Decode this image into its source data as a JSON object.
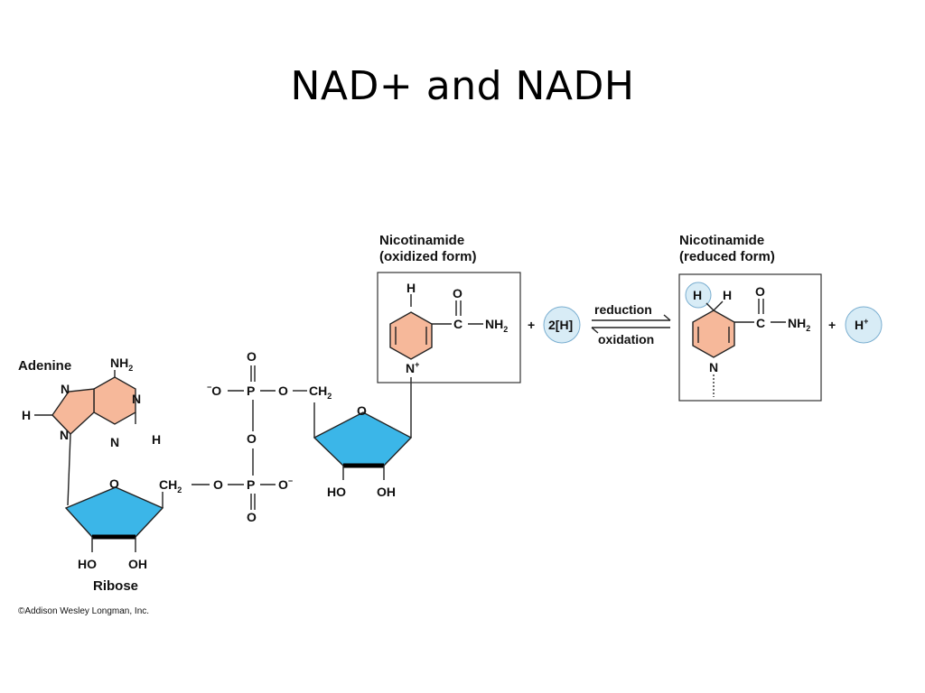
{
  "title": "NAD+ and NADH",
  "labels": {
    "adenine": "Adenine",
    "ribose": "Ribose",
    "nicotinamide_oxidized_1": "Nicotinamide",
    "nicotinamide_oxidized_2": "(oxidized form)",
    "nicotinamide_reduced_1": "Nicotinamide",
    "nicotinamide_reduced_2": "(reduced form)",
    "reduction": "reduction",
    "oxidation": "oxidation",
    "two_h": "2[H]",
    "plus": "+",
    "h_plus": "H",
    "h_plus_sup": "+",
    "copyright": "©Addison Wesley Longman, Inc."
  },
  "atoms": {
    "N": "N",
    "H": "H",
    "O": "O",
    "C": "C",
    "P": "P",
    "NH": "NH",
    "sub2": "2",
    "CH": "CH",
    "HO": "HO",
    "OH": "OH",
    "minus": "−",
    "Nplus": "N",
    "plus_sup": "+"
  },
  "colors": {
    "ring_salmon": "#f6b89a",
    "sugar_blue": "#3bb6e8",
    "circle_blue": "#d8ecf6",
    "box_stroke": "#333333"
  }
}
